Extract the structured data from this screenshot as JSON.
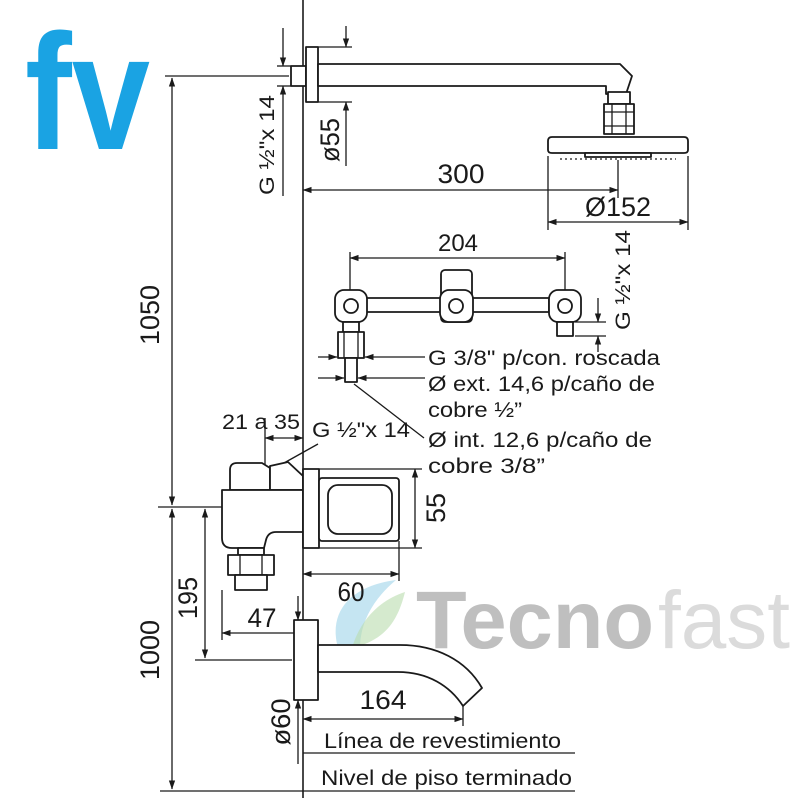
{
  "logo": {
    "text": "fv"
  },
  "watermark": {
    "brand_bold": "Tecno",
    "brand_light": "fast"
  },
  "colors": {
    "logo": "#1aa3e3",
    "watermark_bold": "#8c8c8c",
    "watermark_light": "#b8b8b8",
    "leaf_blue": "#9fd3ea",
    "leaf_green": "#b9dcae",
    "line": "#1a1a1a"
  },
  "shower": {
    "arm_thread": "G ½\"x 14",
    "flange_diameter": "ø55",
    "arm_projection": "300",
    "head_diameter": "Ø152"
  },
  "valve": {
    "inlet_spacing": "204",
    "outlet_thread": "G ½\"x 14",
    "connection_notes": [
      "G 3/8\" p/con. roscada",
      "Ø ext. 14,6 p/caño de",
      "cobre ½”",
      "Ø int. 12,6 p/caño de",
      "cobre 3/8”"
    ]
  },
  "heights": {
    "shower_arm_above_mixer": "1050",
    "mixer_above_floor": "1000"
  },
  "mixer": {
    "wall_depth": "21 a 35",
    "inlet_thread": "G ½\"x 14",
    "handle_height": "55",
    "handle_projection": "60",
    "outlet_drop": "195",
    "body_depth": "47"
  },
  "spout": {
    "projection": "164",
    "flange_diameter": "ø60"
  },
  "reference_lines": {
    "finished_wall": "Línea de revestimiento",
    "finished_floor": "Nivel de piso terminado"
  }
}
